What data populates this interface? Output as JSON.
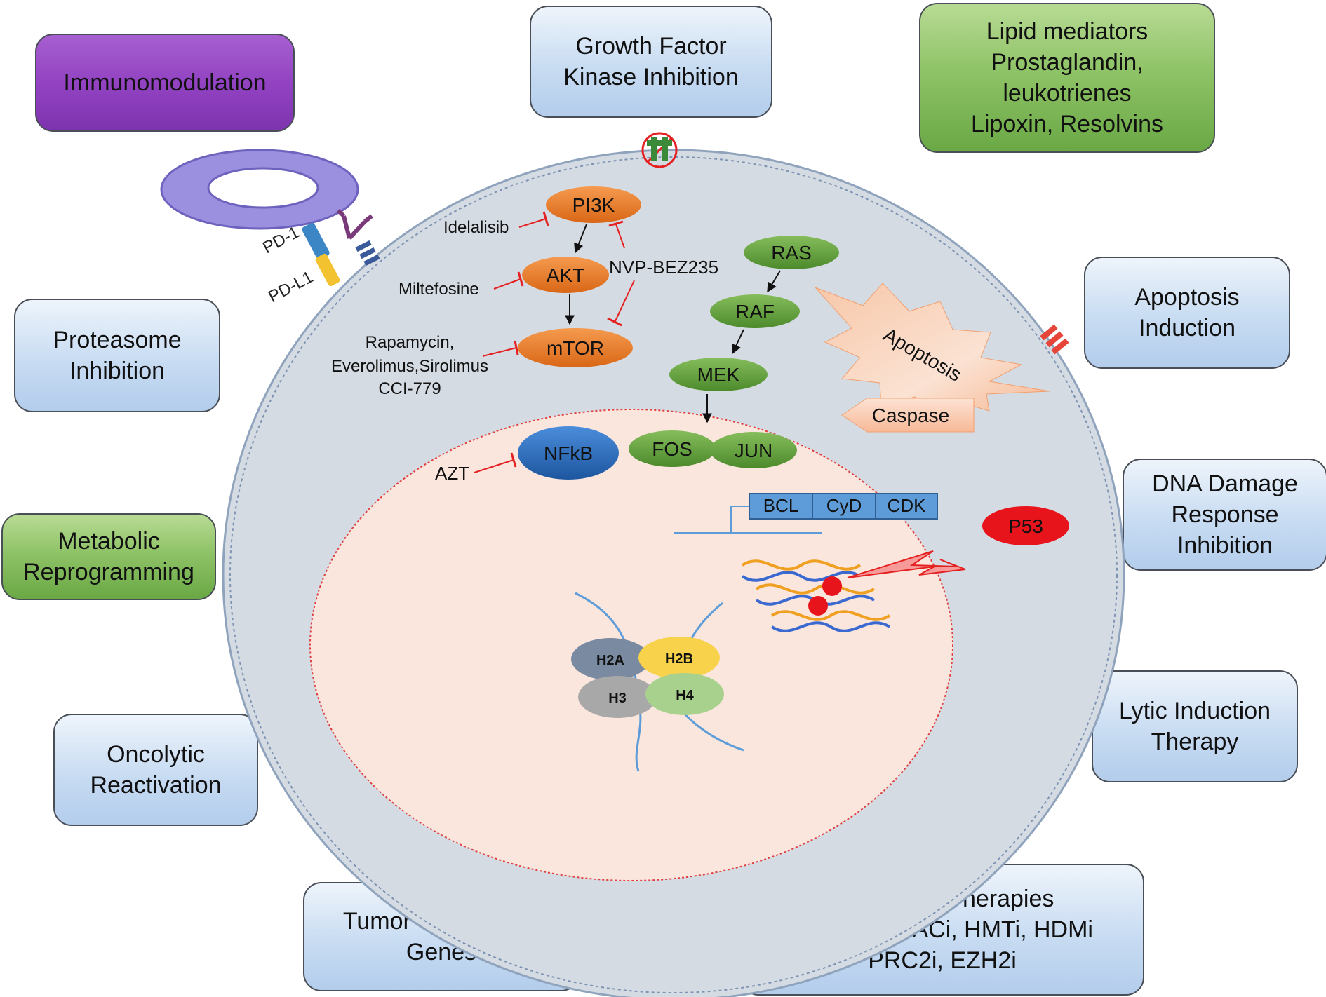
{
  "boxes": {
    "immunomodulation": [
      "Immunomodulation"
    ],
    "growth_factor": [
      "Growth Factor",
      "Kinase Inhibition"
    ],
    "lipid": [
      "Lipid mediators",
      "Prostaglandin,",
      "leukotrienes",
      "Lipoxin, Resolvins"
    ],
    "apoptosis_induction": [
      "Apoptosis",
      "Induction"
    ],
    "proteasome": [
      "Proteasome",
      "Inhibition"
    ],
    "dna_damage": [
      "DNA Damage",
      "Response",
      "Inhibition"
    ],
    "metabolic": [
      "Metabolic",
      "Reprogramming"
    ],
    "lytic": [
      "Lytic Induction",
      "Therapy"
    ],
    "oncolytic": [
      "Oncolytic",
      "Reactivation"
    ],
    "tumor_suppressor": [
      "Tumor Suppressor",
      "Genes"
    ],
    "epigenetic": [
      "Epigenetic Therapies",
      "DNMTi, HDACi, HMTi, HDMi",
      "PRC2i, EZH2i"
    ]
  },
  "nodes": {
    "pi3k": "PI3K",
    "akt": "AKT",
    "mtor": "mTOR",
    "ras": "RAS",
    "raf": "RAF",
    "mek": "MEK",
    "nfkb": "NFkB",
    "fos": "FOS",
    "jun": "JUN",
    "p53": "P53",
    "caspase": "Caspase",
    "apoptosis": "Apoptosis",
    "bcl": "BCL",
    "cyd": "CyD",
    "cdk": "CDK",
    "h2a": "H2A",
    "h2b": "H2B",
    "h3": "H3",
    "h4": "H4",
    "pd1": "PD-1",
    "pdl1": "PD-L1"
  },
  "drugs": {
    "idelalisib": "Idelalisib",
    "nvp": "NVP-BEZ235",
    "miltefosine": "Miltefosine",
    "rapamycin": [
      "Rapamycin,",
      "Everolimus,Sirolimus",
      "CCI-779"
    ],
    "azt": "AZT"
  },
  "colors": {
    "box_blue": "#c8dcf2",
    "box_green": "#8fc367",
    "box_purple": "#9343c2",
    "cell": "#d5dbe3",
    "nucleus": "#fbe6de",
    "orange_node": "#e57a2c",
    "green_node": "#5f9a3a",
    "nfkb": "#2f6fbf",
    "p53": "#e8141c",
    "inhibit": "#e52020"
  }
}
